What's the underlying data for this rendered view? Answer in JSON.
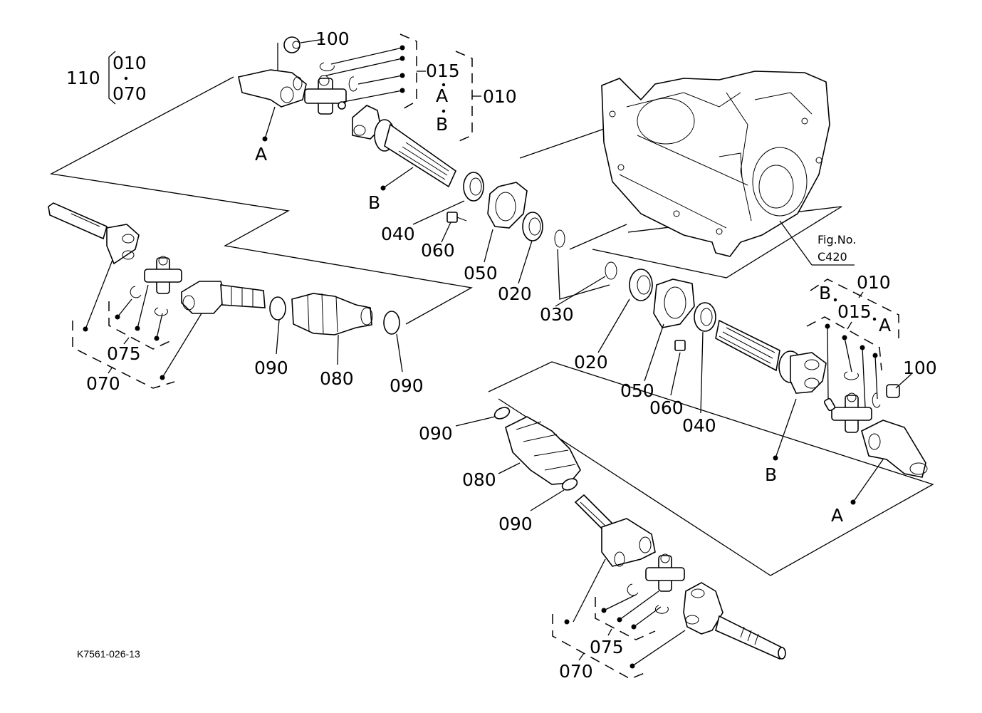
{
  "diagram": {
    "title_code": "K7561-026-13",
    "figure_reference": {
      "line1": "Fig.No.",
      "line2": "C420"
    },
    "group_110": {
      "number": "110",
      "range_top": "010",
      "range_bottom": "070"
    },
    "upper_assembly": {
      "label_100": "100",
      "label_015": "015",
      "label_010": "010",
      "sub_A": "A",
      "sub_B": "B",
      "yoke_A": "A",
      "shaft_B": "B"
    },
    "bearing_parts_upper": {
      "seal_040": "040",
      "bolt_060": "060",
      "housing_050": "050",
      "bearing_020": "020",
      "circlip_030": "030"
    },
    "left_assembly": {
      "label_075": "075",
      "label_070": "070",
      "ring_090_left": "090",
      "boot_080": "080",
      "ring_090_right": "090"
    },
    "bearing_parts_lower": {
      "bearing_020": "020",
      "housing_050": "050",
      "bolt_060": "060",
      "seal_040": "040"
    },
    "right_assembly": {
      "label_010": "010",
      "label_B": "B",
      "label_015": "015",
      "label_A": "A",
      "label_100": "100",
      "shaft_B": "B",
      "yoke_A": "A"
    },
    "lower_assembly": {
      "ring_090_top": "090",
      "boot_080": "080",
      "ring_090_bottom": "090",
      "label_075": "075",
      "label_070": "070"
    }
  }
}
